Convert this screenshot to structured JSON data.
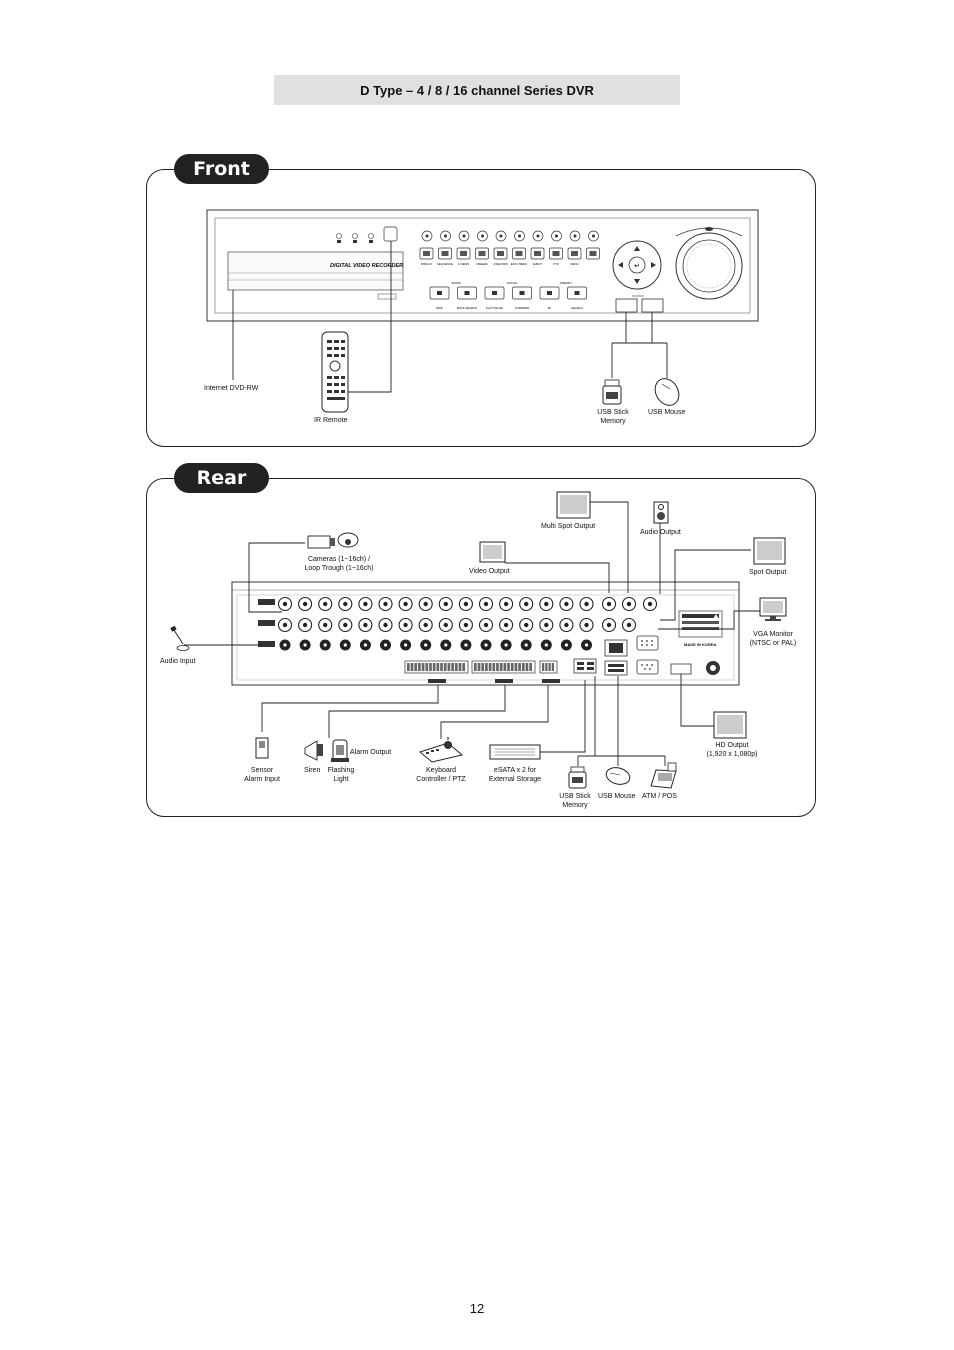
{
  "header": {
    "title": "D Type – 4 / 8 / 16 channel Series DVR"
  },
  "front": {
    "tab": "Front",
    "device_caption": "DIGITAL VIDEO RECORDER",
    "labels": {
      "dvd": "Internet DVD-RW",
      "ir": "IR Remote",
      "usb_stick_1": "USB Stick",
      "usb_stick_2": "Memory",
      "usb_mouse": "USB Mouse"
    },
    "button_labels": [
      "DISPLAY",
      "SEQUENCE",
      "4 VIEWS",
      "FREEZE",
      "4 RECORD",
      "EASY MENU",
      "EVENT",
      "PTZ",
      "MENU"
    ],
    "lower_labels": [
      "REW",
      "BACK SEARCH",
      "PLAY PAUSE",
      "FORWARD",
      "FF",
      "SEARCH"
    ],
    "group_labels": [
      "ZOOM",
      "FOCUS",
      "PRESET"
    ]
  },
  "rear": {
    "tab": "Rear",
    "labels": {
      "multi_spot": "Multi Spot Output",
      "audio_output": "Audio Output",
      "cameras_1": "Cameras (1~16ch) /",
      "cameras_2": "Loop Trough (1~16ch)",
      "video_output": "Video Output",
      "spot_output": "Spot Output",
      "audio_input": "Audio Input",
      "vga_1": "VGA Monitor",
      "vga_2": "(NTSC or PAL)",
      "alarm_output": "Alarm Output",
      "sensor_1": "Sensor",
      "sensor_2": "Alarm Input",
      "siren": "Siren",
      "flashing_1": "Flashing",
      "flashing_2": "Light",
      "keyboard_1": "Keyboard",
      "keyboard_2": "Controller / PTZ",
      "esata_1": "eSATA x 2 for",
      "esata_2": "External Storage",
      "usb_stick_1": "USB Stick",
      "usb_stick_2": "Memory",
      "usb_mouse": "USB Mouse",
      "atm": "ATM / POS",
      "hd_1": "HD Output",
      "hd_2": "(1,920 x 1,080p)",
      "made_in": "MADE IN KOREA"
    }
  },
  "footer": {
    "page_number": "12"
  }
}
